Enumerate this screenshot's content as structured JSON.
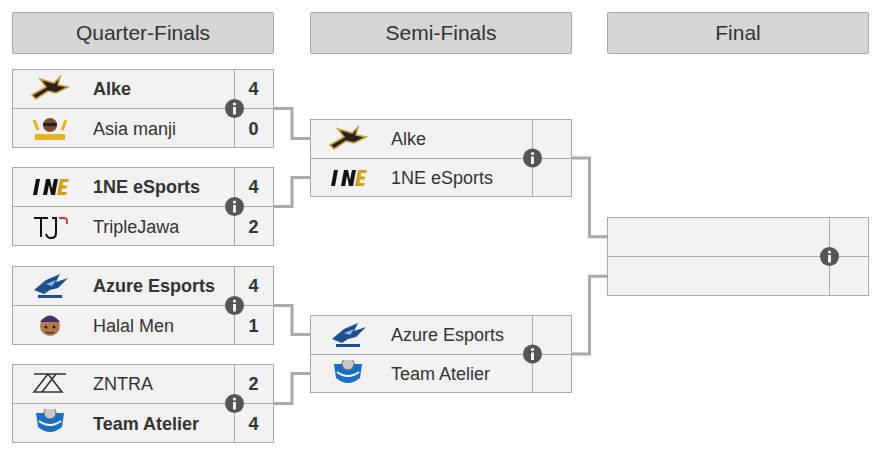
{
  "diagram": {
    "nodes": [
      {
        "text": [
          "Quarter-Finals"
        ]
      },
      {
        "text": [
          "Semi-Finals"
        ]
      },
      {
        "text": [
          "Final"
        ]
      },
      {},
      {
        "text": [
          "Alke",
          "4"
        ],
        "in": 3
      },
      {
        "text": [
          "Asia manji",
          "0"
        ],
        "in": 3
      },
      {},
      {
        "text": [
          "1NE eSports",
          "4"
        ],
        "in": 6
      },
      {
        "text": [
          "TripleJawa",
          "2"
        ],
        "in": 6
      },
      {},
      {
        "text": [
          "Azure Esports",
          "4"
        ],
        "in": 9
      },
      {
        "text": [
          "Halal Men",
          "1"
        ],
        "in": 9
      },
      {},
      {
        "text": [
          "ZNTRA",
          "2"
        ],
        "in": 12
      },
      {
        "text": [
          "Team Atelier",
          "4"
        ],
        "in": 12
      },
      {},
      {
        "text": [
          "Alke"
        ],
        "in": 15
      },
      {
        "text": [
          "1NE eSports"
        ],
        "in": 15
      },
      {},
      {
        "text": [
          "Azure Esports"
        ],
        "in": 18
      },
      {
        "text": [
          "Team Atelier"
        ],
        "in": 18
      },
      {}
    ],
    "edges": [
      {
        "from": 3,
        "to": 15,
        "arrow": "none"
      },
      {
        "from": 6,
        "to": 15,
        "arrow": "none"
      },
      {
        "from": 9,
        "to": 18,
        "arrow": "none"
      },
      {
        "from": 12,
        "to": 18,
        "arrow": "none"
      },
      {
        "from": 15,
        "to": 21,
        "arrow": "none"
      },
      {
        "from": 18,
        "to": 21,
        "arrow": "none"
      }
    ]
  }
}
